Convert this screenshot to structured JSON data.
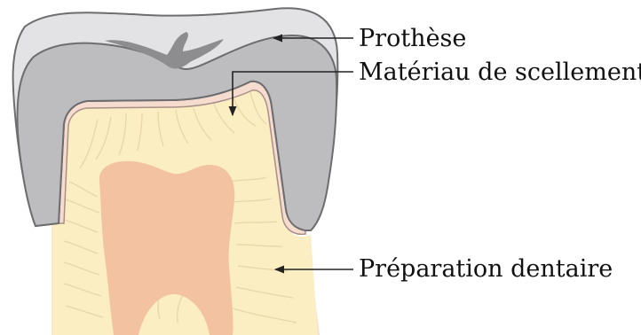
{
  "labels": {
    "prosthesis": "Prothèse",
    "cement": "Matériau de scellement",
    "preparation": "Préparation dentaire"
  },
  "colors": {
    "crown_outer": "#e3e3e5",
    "crown_inner": "#bdbdc0",
    "crown_stroke": "#6d6d70",
    "occlusal_groove": "#8d8d90",
    "cement": "#f6dbcf",
    "dentin": "#fbeec3",
    "pulp": "#f3c2a0",
    "root_enamel": "#f8ddd2",
    "arrow": "#222222"
  }
}
